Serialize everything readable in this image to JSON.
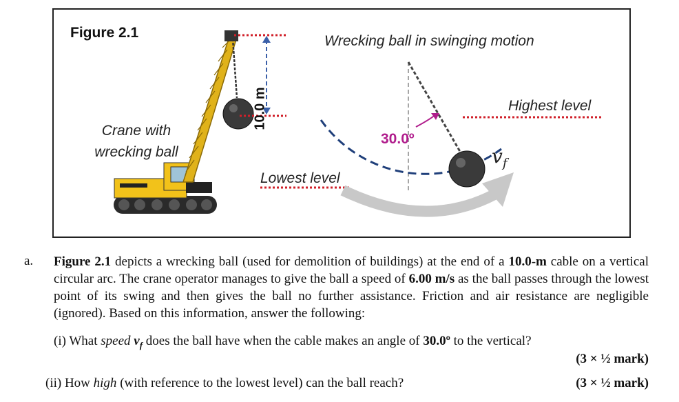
{
  "figure": {
    "title": "Figure 2.1",
    "heading": "Wrecking ball in swinging motion",
    "cable_length_label": "10.0 m",
    "crane_label": "Crane with wrecking ball",
    "lowest_level_label": "Lowest level",
    "highest_level_label": "Highest level",
    "angle_label": "30.0º",
    "speed_symbol": "vf",
    "colors": {
      "angle": "#b01c8c",
      "guide_line": "#d0202a",
      "arc": "#1f3f7a",
      "crane": "#f2c21a"
    }
  },
  "question": {
    "label": "a.",
    "intro_bold": "Figure 2.1",
    "text_1": " depicts a wrecking ball (used for demolition of buildings) at the end of a ",
    "cable_bold": "10.0-m",
    "text_2": " cable on a vertical circular arc. The crane operator manages to give the ball a speed of ",
    "speed_bold": "6.00 m/s",
    "text_3": " as the ball passes through the lowest point of its swing and then gives the ball no further assistance. Friction and air resistance are negligible (ignored). Based on this information, answer the following:",
    "parts": [
      {
        "prefix": "(i) What ",
        "italic": "speed",
        "symbol": "vf",
        "middle": " does the ball have when the cable makes an angle of ",
        "angle_bold": "30.0º",
        "suffix": " to the vertical?",
        "mark": "(3 × ½ mark)"
      },
      {
        "prefix": "(ii) How ",
        "italic": "high",
        "suffix": " (with reference to the lowest level) can the ball reach?",
        "mark": "(3 × ½ mark)"
      }
    ]
  }
}
